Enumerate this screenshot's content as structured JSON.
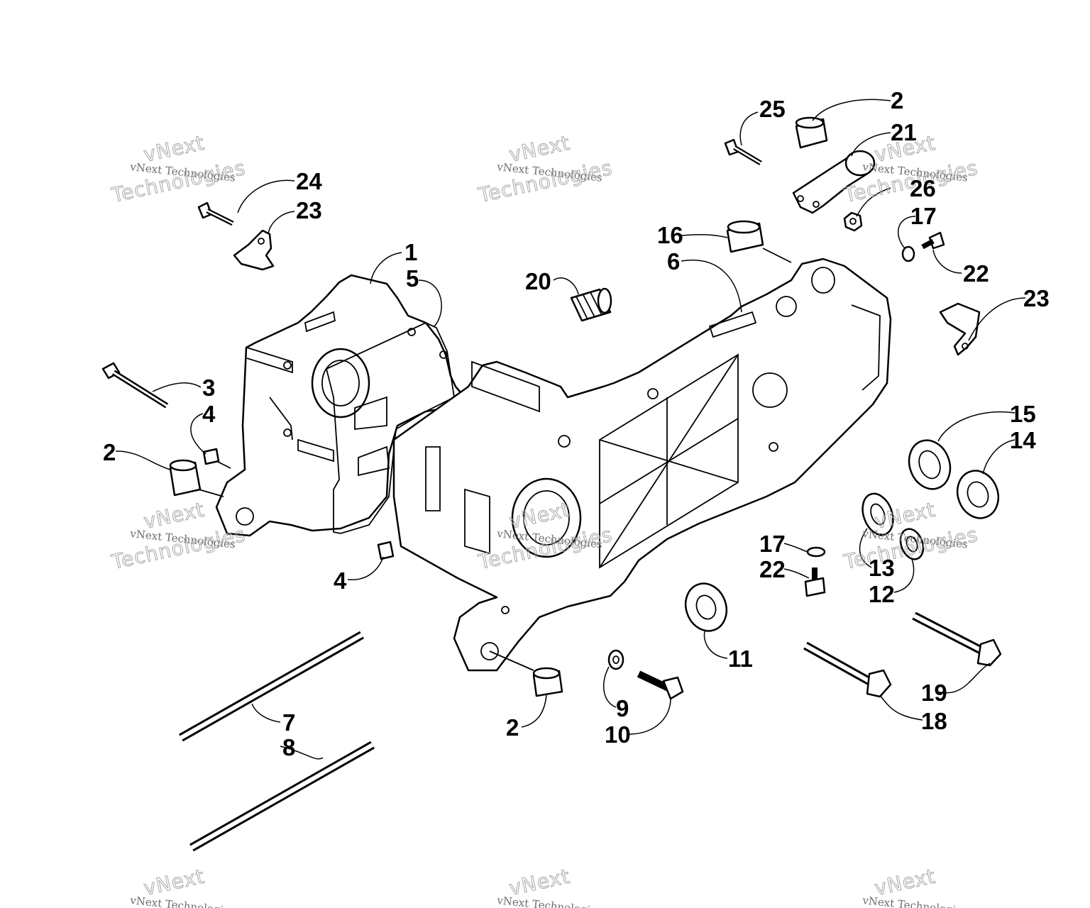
{
  "watermark": {
    "line1": "vNext",
    "line2": "vNext Technologies",
    "line3": "Technologies"
  },
  "callouts": [
    {
      "id": "c-25",
      "label": "25"
    },
    {
      "id": "c-2a",
      "label": "2"
    },
    {
      "id": "c-21",
      "label": "21"
    },
    {
      "id": "c-26",
      "label": "26"
    },
    {
      "id": "c-17a",
      "label": "17"
    },
    {
      "id": "c-22a",
      "label": "22"
    },
    {
      "id": "c-23a",
      "label": "23"
    },
    {
      "id": "c-24",
      "label": "24"
    },
    {
      "id": "c-23b",
      "label": "23"
    },
    {
      "id": "c-1",
      "label": "1"
    },
    {
      "id": "c-5",
      "label": "5"
    },
    {
      "id": "c-16",
      "label": "16"
    },
    {
      "id": "c-6",
      "label": "6"
    },
    {
      "id": "c-20",
      "label": "20"
    },
    {
      "id": "c-3",
      "label": "3"
    },
    {
      "id": "c-4a",
      "label": "4"
    },
    {
      "id": "c-2b",
      "label": "2"
    },
    {
      "id": "c-4b",
      "label": "4"
    },
    {
      "id": "c-15",
      "label": "15"
    },
    {
      "id": "c-14",
      "label": "14"
    },
    {
      "id": "c-17b",
      "label": "17"
    },
    {
      "id": "c-22b",
      "label": "22"
    },
    {
      "id": "c-13",
      "label": "13"
    },
    {
      "id": "c-12",
      "label": "12"
    },
    {
      "id": "c-11",
      "label": "11"
    },
    {
      "id": "c-9",
      "label": "9"
    },
    {
      "id": "c-10",
      "label": "10"
    },
    {
      "id": "c-2c",
      "label": "2"
    },
    {
      "id": "c-7",
      "label": "7"
    },
    {
      "id": "c-8",
      "label": "8"
    },
    {
      "id": "c-19",
      "label": "19"
    },
    {
      "id": "c-18",
      "label": "18"
    }
  ]
}
